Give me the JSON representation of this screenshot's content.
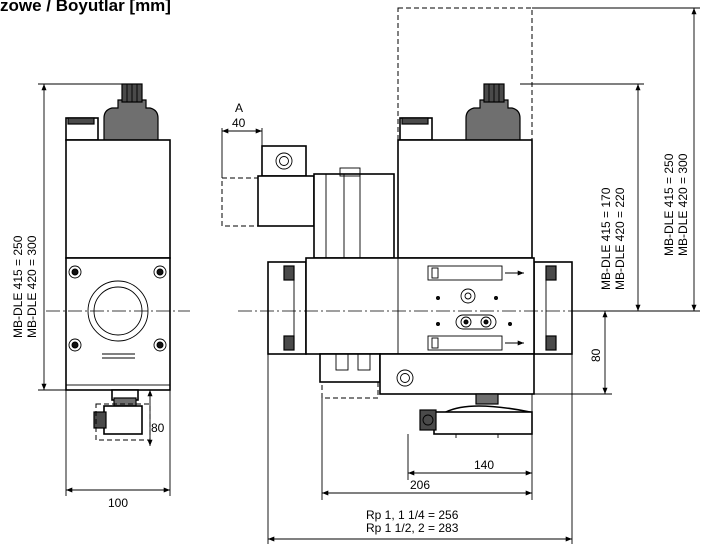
{
  "title": "zowe / Boyutlar [mm]",
  "detail_marker": "A",
  "dimensions": {
    "detail_a": "40",
    "left_height_line1": "MB-DLE 415 = 250",
    "left_height_line2": "MB-DLE 420 = 300",
    "left_small_height": "80",
    "left_width": "100",
    "right_height_line1": "MB-DLE 415 = 250",
    "right_height_line2": "MB-DLE 420 = 300",
    "mid_height_line1": "MB-DLE 415 = 170",
    "mid_height_line2": "MB-DLE 420 = 220",
    "axis_height": "80",
    "width_140": "140",
    "width_206": "206",
    "length_line1": "Rp 1, 1 1/4 = 256",
    "length_line2": "Rp 1 1/2, 2 = 283"
  }
}
